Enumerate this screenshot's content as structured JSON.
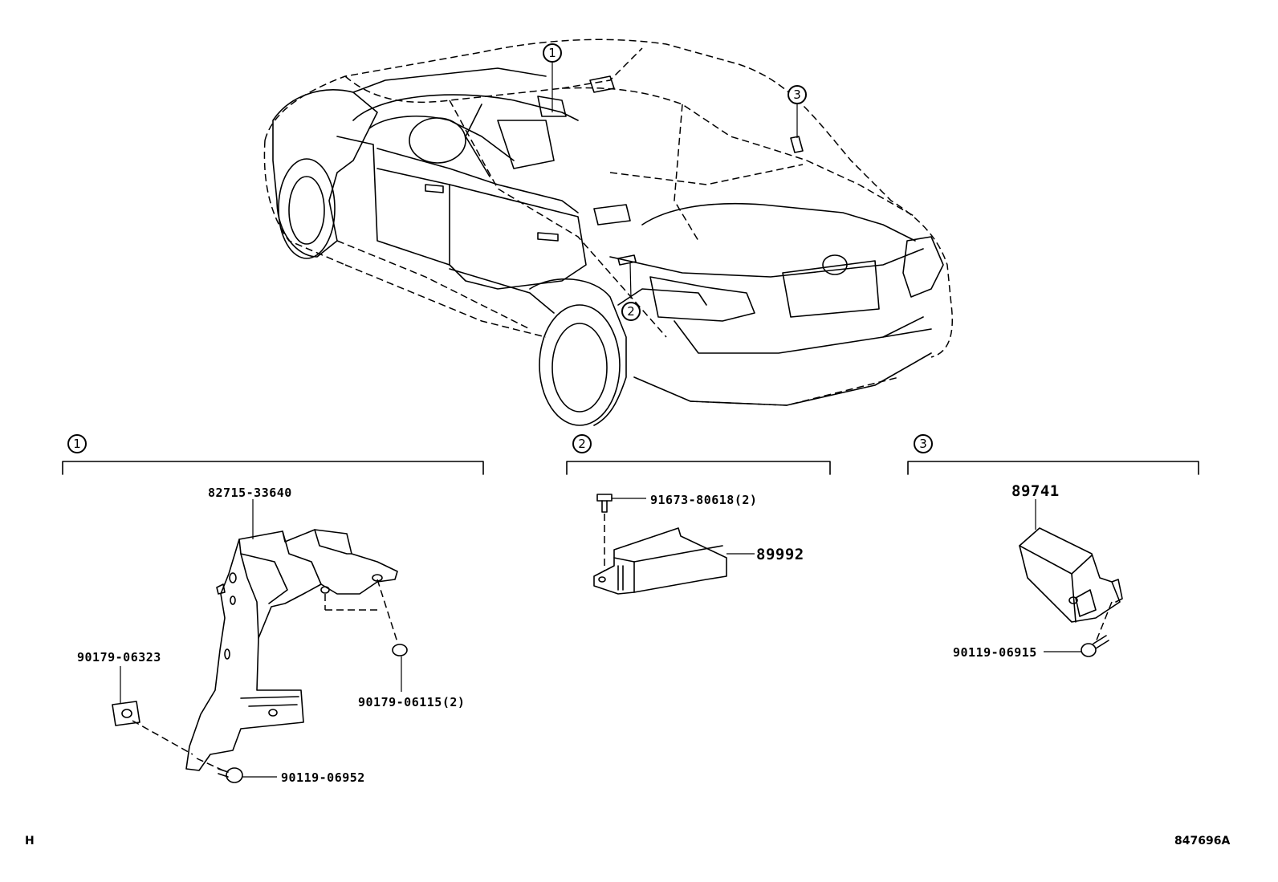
{
  "callouts": {
    "car_1": "1",
    "car_2": "2",
    "car_3": "3",
    "section_1": "1",
    "section_2": "2",
    "section_3": "3"
  },
  "parts": {
    "bracket": "82715-33640",
    "nut_left": "90179-06323",
    "nut_right": "90179-06115(2)",
    "bolt_section1": "90119-06952",
    "bolt_section2": "91673-80618(2)",
    "module_section2": "89992",
    "module_section3": "89741",
    "bolt_section3": "90119-06915"
  },
  "footer": {
    "left_code": "H",
    "illustration_id": "847696A"
  }
}
